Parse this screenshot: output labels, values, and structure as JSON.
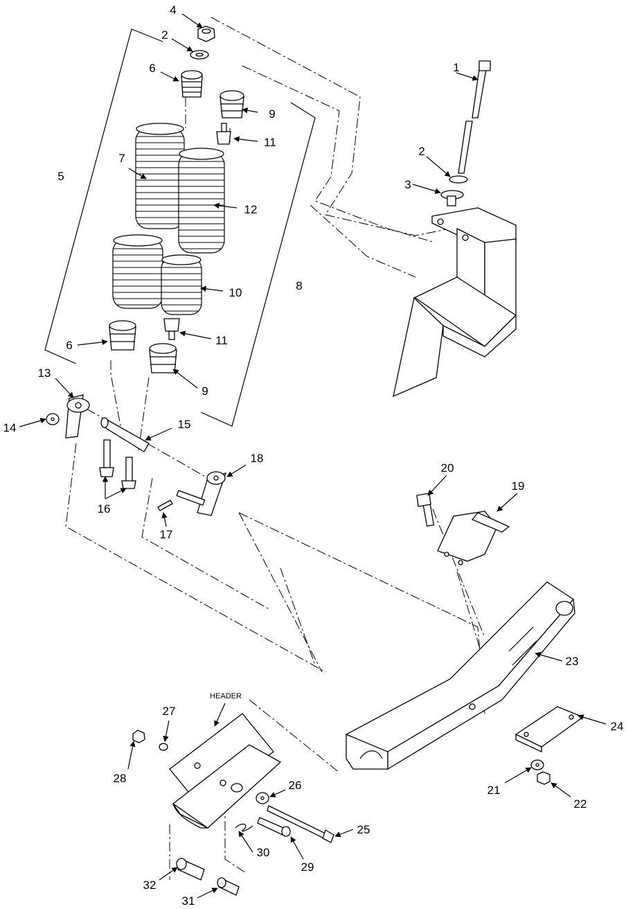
{
  "labels": {
    "header": "HEADER",
    "callouts": [
      "1",
      "2",
      "3",
      "4",
      "5",
      "6",
      "7",
      "8",
      "9",
      "10",
      "11",
      "12",
      "13",
      "14",
      "15",
      "16",
      "17",
      "18",
      "19",
      "20",
      "21",
      "22",
      "23",
      "24",
      "25",
      "26",
      "27",
      "28",
      "29",
      "30",
      "31",
      "32"
    ]
  }
}
